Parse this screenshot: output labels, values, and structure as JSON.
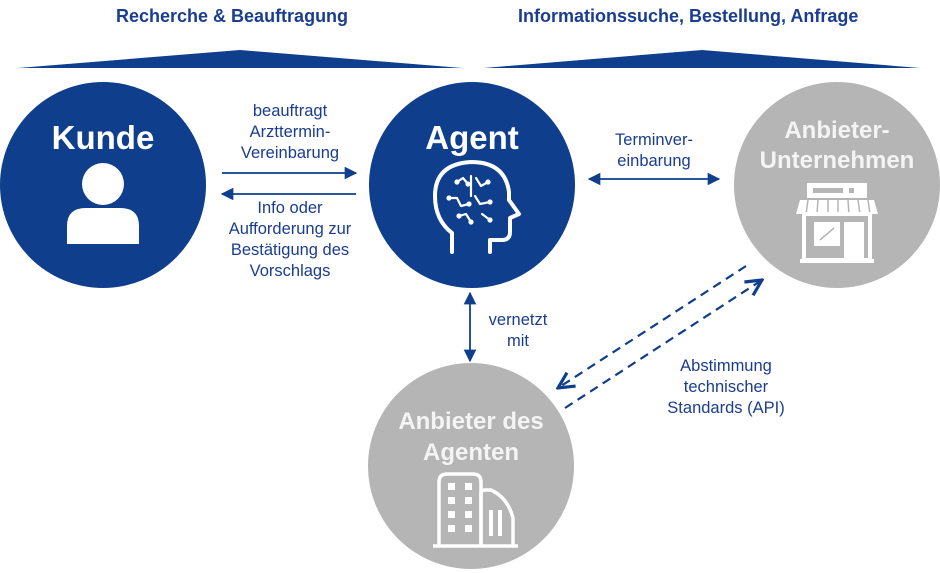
{
  "headers": {
    "left": "Recherche & Beauftragung",
    "right": "Informationssuche, Bestellung, Anfrage"
  },
  "nodes": {
    "kunde": {
      "title": "Kunde",
      "icon": "person-icon"
    },
    "agent": {
      "title": "Agent",
      "icon": "brain-head-icon"
    },
    "unternehmen": {
      "title_lines": [
        "Anbieter-",
        "Unternehmen"
      ],
      "icon": "storefront-icon"
    },
    "anbieter_agenten": {
      "title_lines": [
        "Anbieter des",
        "Agenten"
      ],
      "icon": "office-buildings-icon"
    }
  },
  "edges": {
    "kunde_to_agent": [
      "beauftragt",
      "Arzttermin-",
      "Vereinbarung"
    ],
    "agent_to_kunde": [
      "Info oder",
      "Aufforderung zur",
      "Bestätigung des",
      "Vorschlags"
    ],
    "agent_unternehmen": [
      "Terminver-",
      "einbarung"
    ],
    "agent_anbieter": [
      "vernetzt",
      "mit"
    ],
    "api": [
      "Abstimmung",
      "technischer",
      "Standards (API)"
    ]
  },
  "colors": {
    "primary_blue": "#0e3e8c",
    "text_blue": "#1a3d8f",
    "grey": "#b5b5b5",
    "white": "#ffffff"
  }
}
